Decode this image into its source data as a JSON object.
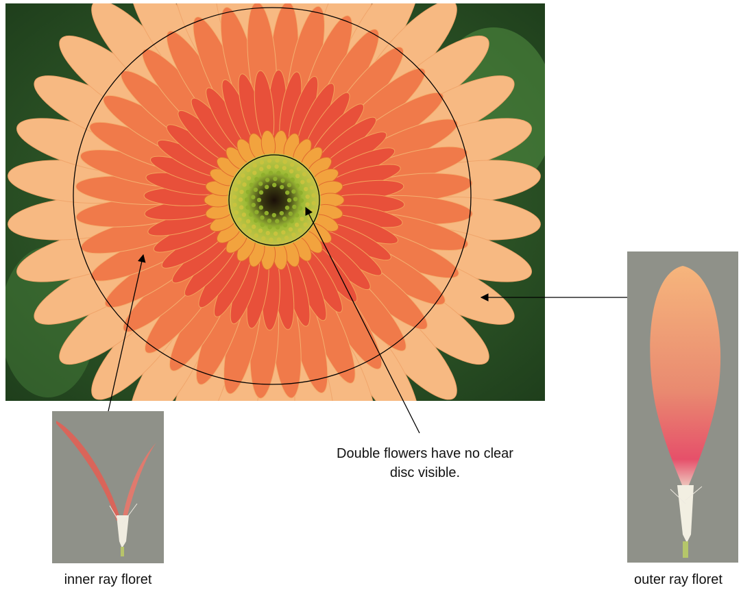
{
  "labels": {
    "inner_ray_floret": "inner ray floret",
    "outer_ray_floret": "outer ray floret",
    "disc_note_line1": "Double flowers have no clear",
    "disc_note_line2": "disc visible."
  },
  "colors": {
    "leaf_background": "#2f5a2a",
    "outer_petal": "#f7b982",
    "mid_petal": "#f07a4a",
    "inner_petal": "#e8503a",
    "disc_green": "#a6c23a",
    "disc_center": "#1a0f08",
    "specimen_background": "#8f9189",
    "annotation_line": "#000000"
  }
}
